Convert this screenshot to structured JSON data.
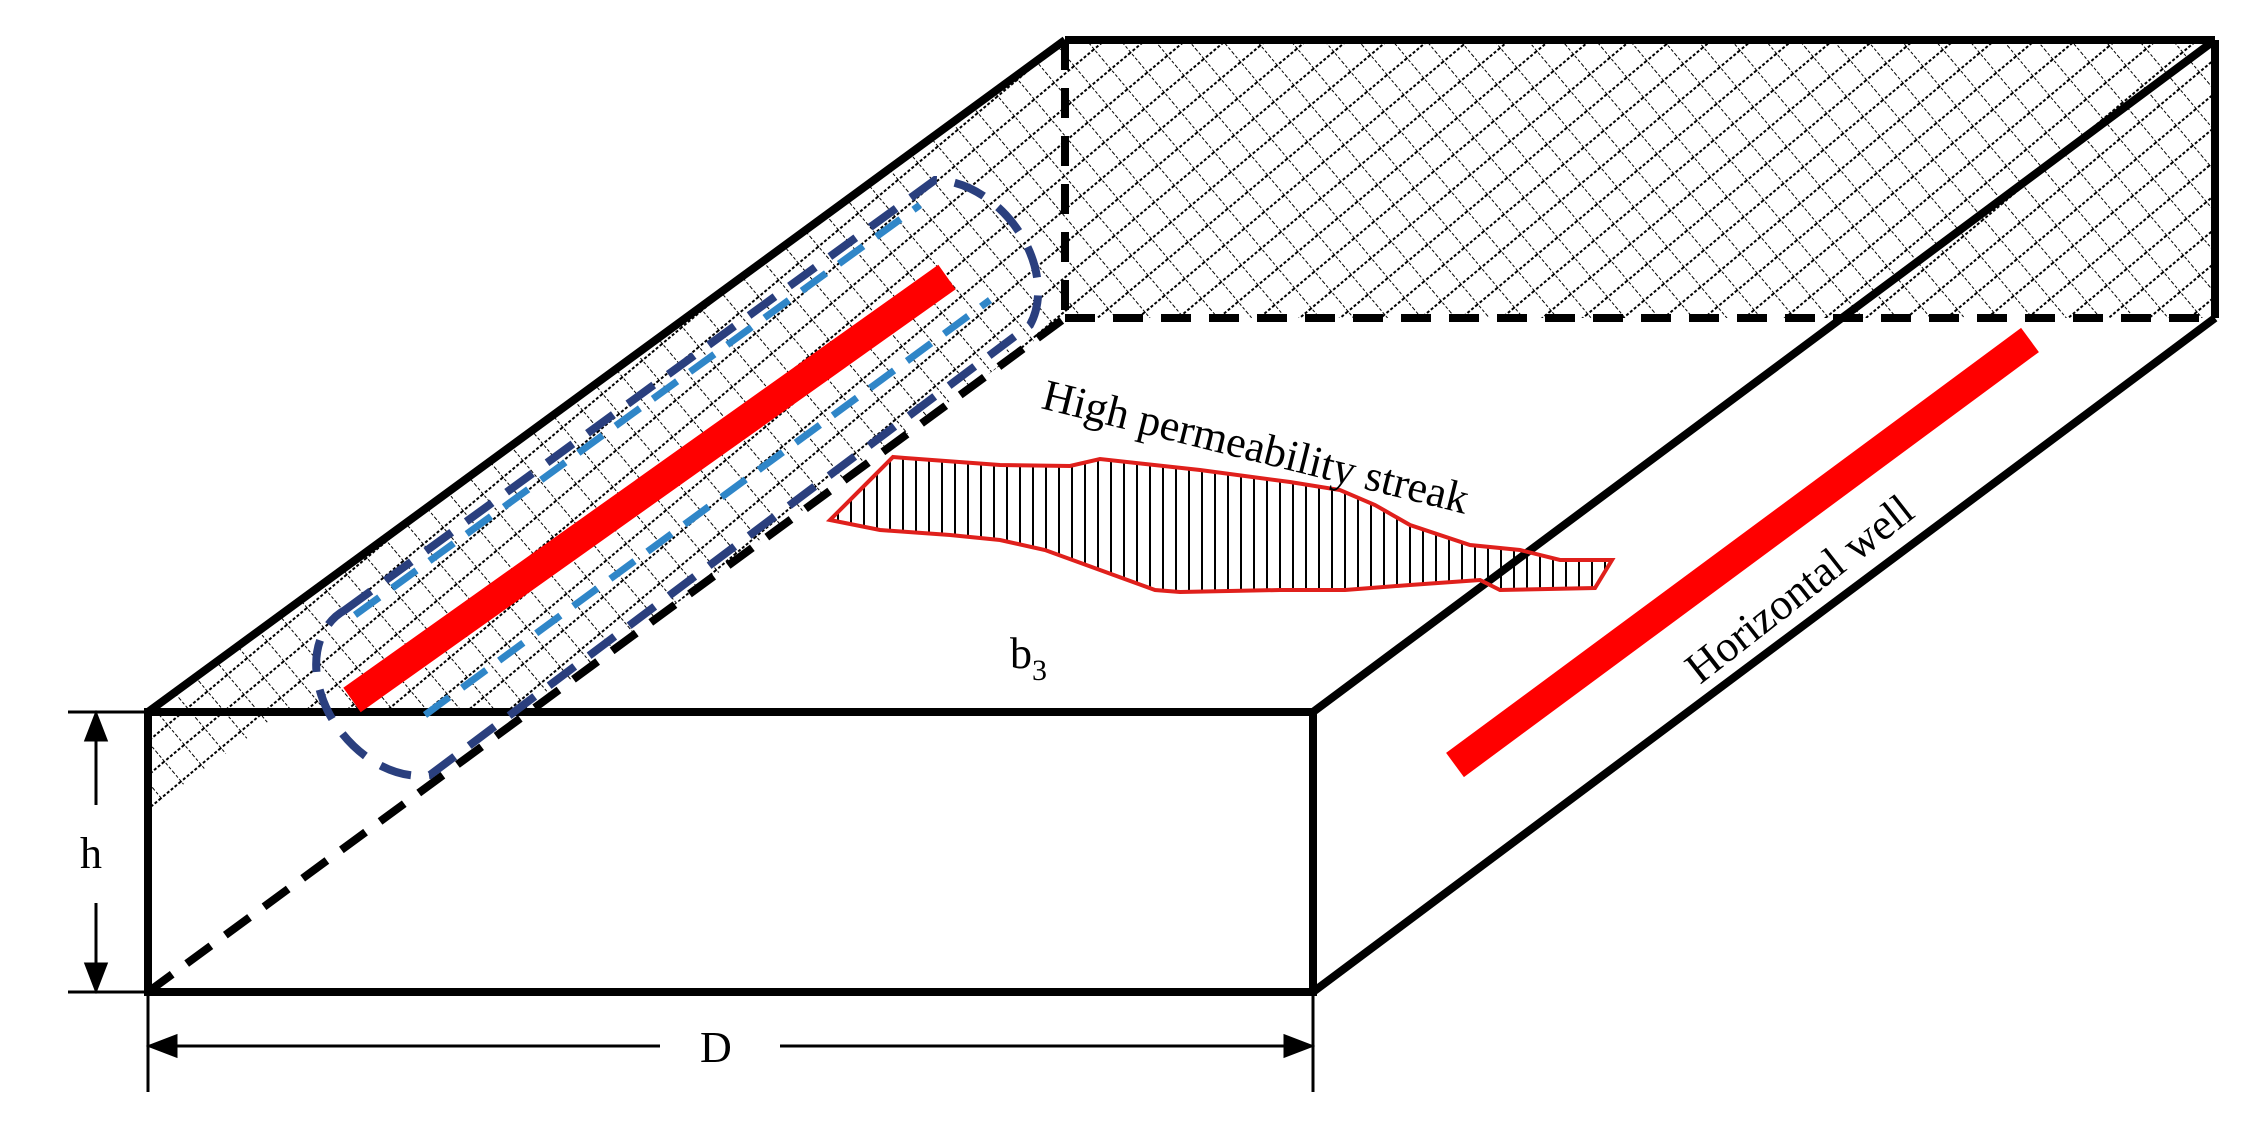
{
  "labels": {
    "streak": "High permeability streak",
    "well": "Horizontal well",
    "b3_base": "b",
    "b3_sub": "3",
    "height": "h",
    "width": "D"
  },
  "colors": {
    "outline": "#000000",
    "well": "#ff0000",
    "streak_border": "#e0201c",
    "inner_dash": "#2f86c8",
    "outer_dash": "#2a3f7e",
    "hatch": "#000000",
    "background": "#ffffff"
  }
}
